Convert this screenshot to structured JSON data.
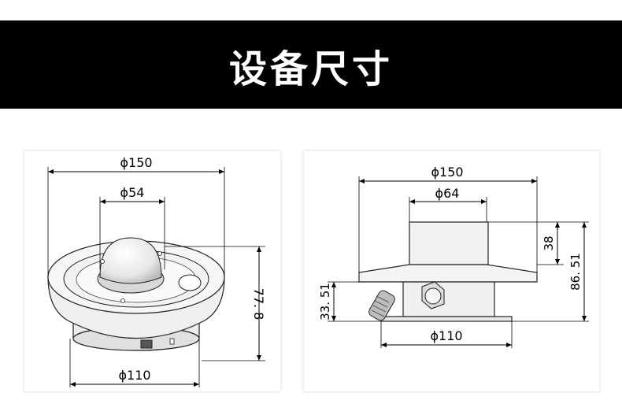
{
  "header": {
    "title": "设备尺寸"
  },
  "colors": {
    "banner": "#000000",
    "title": "#ffffff",
    "line": "#222222",
    "body_fill": "#f2f2f2"
  },
  "front_view": {
    "dim_top_width": "ϕ150",
    "dim_dome_width": "ϕ54",
    "dim_height": "77. 8",
    "dim_base_width": "ϕ110"
  },
  "side_view": {
    "dim_top_width": "ϕ150",
    "dim_cap_width": "ϕ64",
    "dim_cap_height": "38",
    "dim_total_height": "86. 51",
    "dim_lower_height": "33. 51",
    "dim_base_width": "ϕ110"
  }
}
